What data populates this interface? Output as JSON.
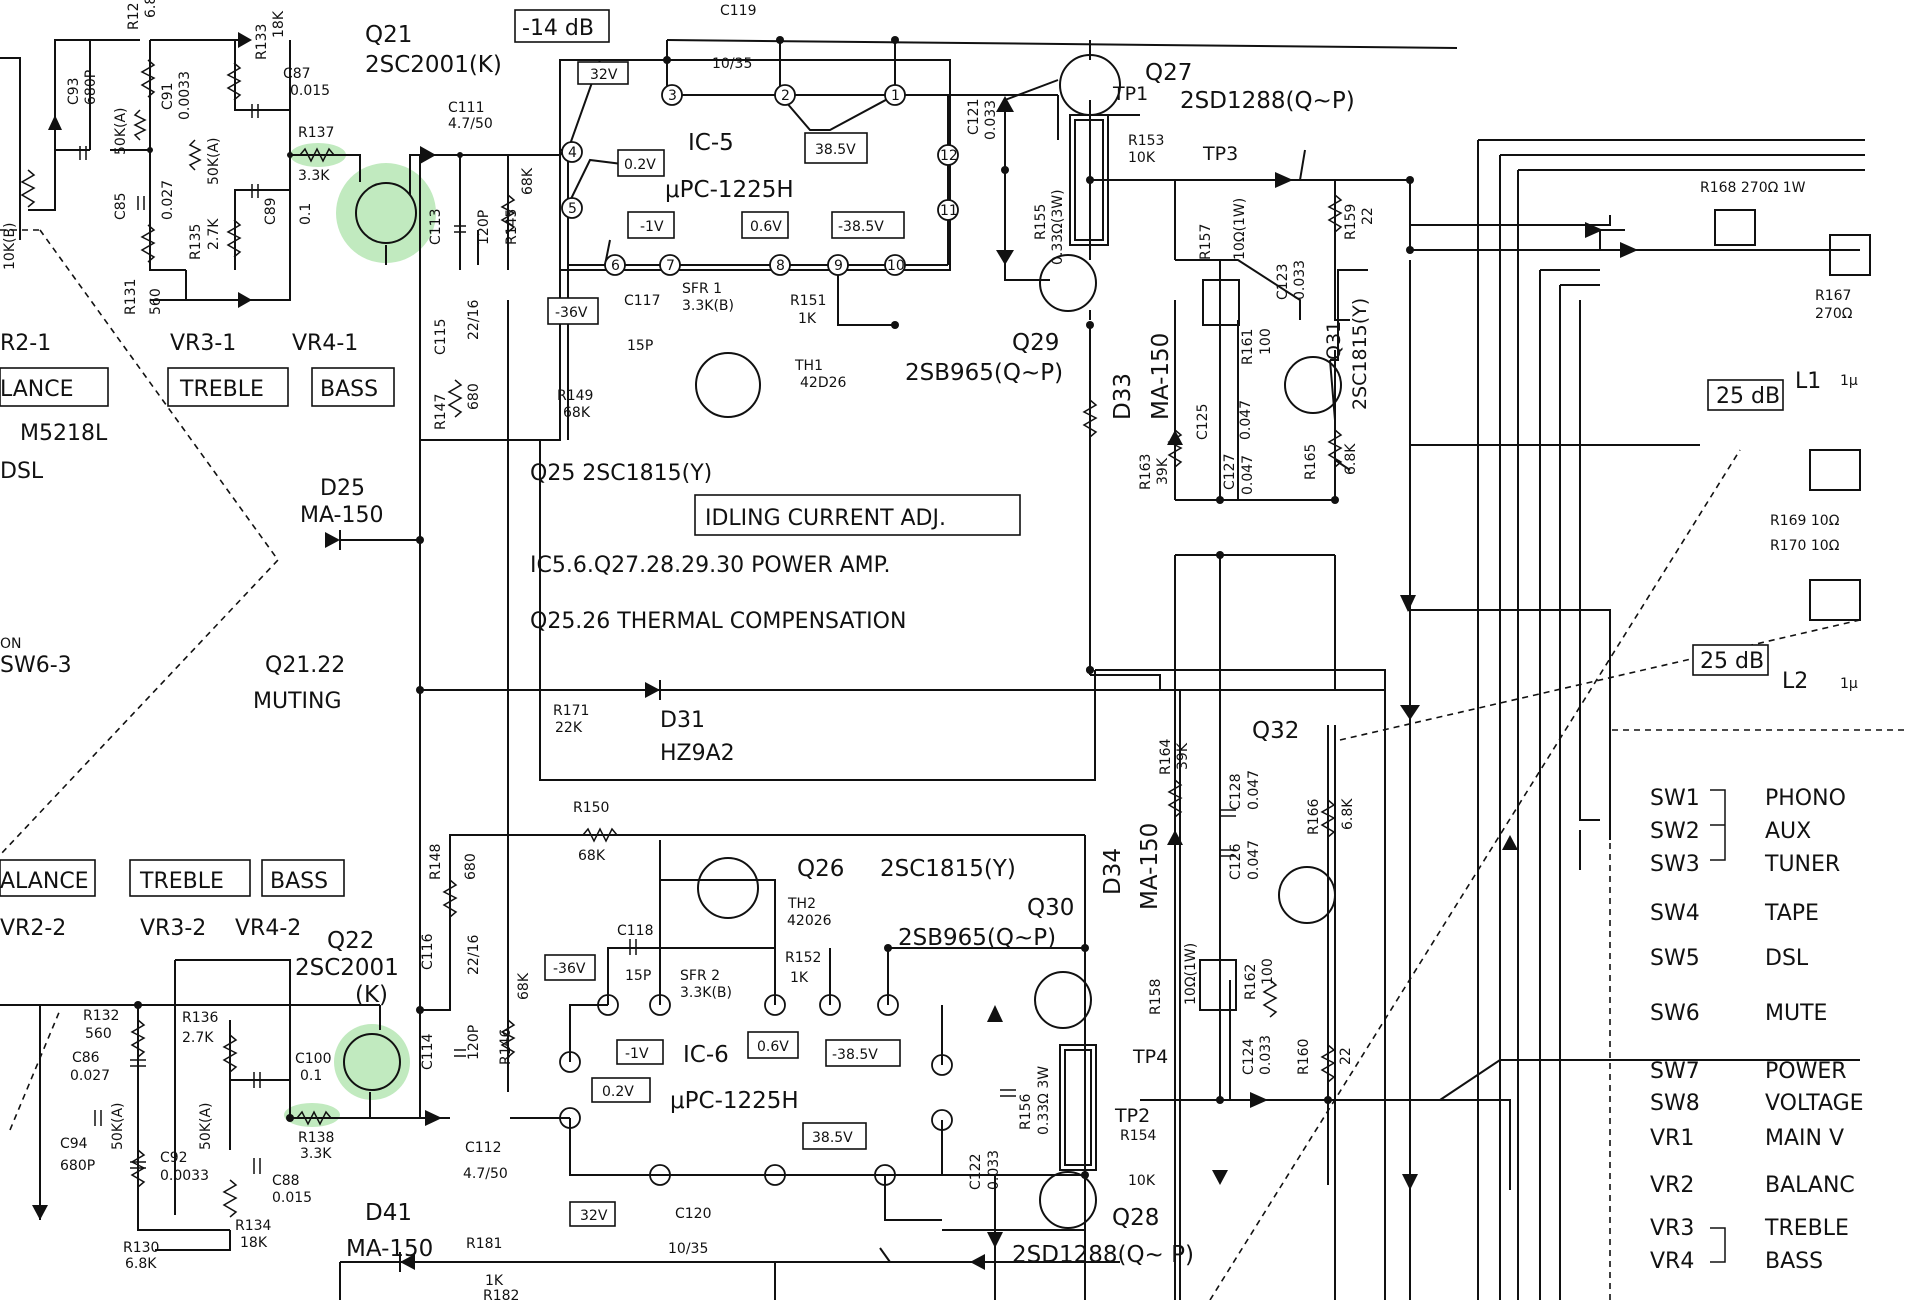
{
  "upper_channel": {
    "q21": {
      "ref": "Q21",
      "type": "2SC2001(K)"
    },
    "q27": {
      "ref": "Q27",
      "type": "2SD1288(Q∼P)"
    },
    "q29": {
      "ref": "Q29",
      "type": "2SB965(Q∼P)"
    },
    "q31": {
      "ref": "Q31",
      "type": "2SC1815(Y)"
    },
    "q25": {
      "text": "Q25 2SC1815(Y)"
    },
    "ic": {
      "ref": "IC-5",
      "type": "μPC-1225H"
    },
    "atten": "-14 dB",
    "pins": [
      "3",
      "2",
      "1",
      "4",
      "5",
      "12",
      "11",
      "6",
      "7",
      "8",
      "9",
      "10"
    ],
    "volt_32": "32V",
    "volt_385": "38.5V",
    "volt_02": "0.2V",
    "volt_m1": "-1V",
    "volt_06": "0.6V",
    "volt_m385": "-38.5V",
    "volt_m36": "-36V",
    "parts": {
      "c119": "C119",
      "c119v": "10/35",
      "c111": "C111",
      "c111v": "4.7/50",
      "r145": "R145",
      "r145v": "68K",
      "r137": "R137",
      "r137v": "3.3K",
      "c87": "C87",
      "c87v": "0.015",
      "r133": "R133",
      "r133v": "18K",
      "c91": "C91",
      "c91v": "0.0033",
      "c93": "C93",
      "c93v": "680P",
      "r135": "R135",
      "r135v": "2.7K",
      "c89": "C89",
      "c89v": "0.1",
      "r131": "R131",
      "r131v": "560",
      "c85": "C85",
      "c85v": "0.027",
      "pot50k": "50K(A)",
      "pot50k2": "50K(A)",
      "c113": "C113",
      "c113v": "120P",
      "c115": "C115",
      "c115v": "22/16",
      "r147": "R147",
      "r147v": "680",
      "r149": "R149",
      "r149v": "68K",
      "c117": "C117",
      "c117v": "15P",
      "sfr1": "SFR 1",
      "sfr1v": "3.3K(B)",
      "r151": "R151",
      "r151v": "1K",
      "th1": "TH1",
      "th1v": "42D26",
      "c121": "C121",
      "c121v": "0.033",
      "r153": "R153",
      "r153v": "10K",
      "r155": "R155",
      "r155v": "0.33Ω(3W)",
      "r157": "R157",
      "r157v": "10Ω(1W)",
      "c123": "C123",
      "c123v": "0.033",
      "r161": "R161",
      "r161v": "100",
      "c125": "C125",
      "c125v": "0.047",
      "c127": "C127",
      "c127v": "0.047",
      "r163": "R163",
      "r163v": "39K",
      "r165": "R165",
      "r165v": "6.8K",
      "r159": "R159",
      "r159v": "22",
      "tp1": "TP1",
      "tp3": "TP3",
      "r168": "R168  270Ω 1W",
      "r167": "R167",
      "r167v": "270Ω",
      "r169": "R169  10Ω",
      "r170": "R170  10Ω",
      "r12x": "R12",
      "r12v": "6.8",
      "vr_left": "10K(B)"
    },
    "d33": "D33",
    "d33t": "MA-150",
    "atten2": "25 dB",
    "l1": "L1",
    "l1v": "1μ"
  },
  "center": {
    "idling": "IDLING  CURRENT  ADJ.",
    "line1": "IC5.6.Q27.28.29.30     POWER  AMP.",
    "line2": "Q25.26     THERMAL  COMPENSATION",
    "r171": "R171",
    "r171v": "22K",
    "d31": "D31",
    "d31v": "HZ9A2",
    "d25": "D25",
    "d25v": "MA-150"
  },
  "left": {
    "vr2_1": "R2-1",
    "vr3_1": "VR3-1",
    "vr4_1": "VR4-1",
    "balance1": "LANCE",
    "treble1": "TREBLE",
    "bass1": "BASS",
    "m5218": "M5218L",
    "dsl": "DSL",
    "on": "ON",
    "sw63": "SW6-3",
    "q2122": "Q21.22",
    "muting": "MUTING",
    "balance2": "ALANCE",
    "treble2": "TREBLE",
    "bass2": "BASS",
    "vr2_2": "VR2-2",
    "vr3_2": "VR3-2",
    "vr4_2": "VR4-2"
  },
  "lower_channel": {
    "q22": {
      "ref": "Q22",
      "type": "2SC2001",
      "k": "(K)"
    },
    "q26": {
      "ref": "Q26",
      "type": "2SC1815(Y)"
    },
    "q30": {
      "ref": "Q30",
      "type": "2SB965(Q∼P)"
    },
    "q28": {
      "ref": "Q28",
      "type": "2SD1288(Q∼ P)"
    },
    "q32": {
      "ref": "Q32"
    },
    "ic": {
      "ref": "IC-6",
      "type": "μPC-1225H"
    },
    "d34": "D34",
    "d34t": "MA-150",
    "d41": "D41",
    "d41v": "MA-150",
    "volt_m36": "-36V",
    "volt_m1": "-1V",
    "volt_06": "0.6V",
    "volt_m385": "-38.5V",
    "volt_02": "0.2V",
    "volt_385": "38.5V",
    "volt_32": "32V",
    "parts": {
      "r150": "R150",
      "r150v": "68K",
      "r148": "R148",
      "r148v": "680",
      "c116": "C116",
      "c116v": "22/16",
      "c114": "C114",
      "c114v": "120P",
      "r146": "R146",
      "r146v": "68K",
      "c118": "C118",
      "c118v": "15P",
      "sfr2": "SFR 2",
      "sfr2v": "3.3K(B)",
      "r152": "R152",
      "r152v": "1K",
      "th2": "TH2",
      "th2v": "42026",
      "c112": "C112",
      "c112v": "4.7/50",
      "r132": "R132",
      "r132v": "560",
      "c86": "C86",
      "c86v": "0.027",
      "r136": "R136",
      "r136v": "2.7K",
      "c100": "C100",
      "c100v": "0.1",
      "r138": "R138",
      "r138v": "3.3K",
      "c94": "C94",
      "c94v": "680P",
      "c92": "C92",
      "c92v": "0.0033",
      "c88": "C88",
      "c88v": "0.015",
      "r134": "R134",
      "r134v": "18K",
      "r130": "R130",
      "r130v": "6.8K",
      "pot1": "50K(A)",
      "pot2": "50K(A)",
      "c120": "C120",
      "c120v": "10/35",
      "c122": "C122",
      "c122v": "0.033",
      "r156": "R156",
      "r156v": "0.33Ω 3W",
      "r154": "R154",
      "r154v": "10K",
      "tp2": "TP2",
      "tp4": "TP4",
      "r158": "R158",
      "r158v": "10Ω(1W)",
      "r162": "R162",
      "r162v": "100",
      "c124": "C124",
      "c124v": "0.033",
      "r160": "R160",
      "r160v": "22",
      "r164": "R164",
      "r164v": "39K",
      "c128": "C128",
      "c128v": "0.047",
      "c126": "C126",
      "c126v": "0.047",
      "r166": "R166",
      "r166v": "6.8K",
      "r181": "R181",
      "r181v": "1K",
      "r182": "R182"
    },
    "atten2": "25 dB",
    "l2": "L2",
    "l2v": "1μ"
  },
  "legend": [
    {
      "sw": "SW1",
      "fn": "PHONO"
    },
    {
      "sw": "SW2",
      "fn": "AUX"
    },
    {
      "sw": "SW3",
      "fn": "TUNER"
    },
    {
      "sw": "SW4",
      "fn": "TAPE"
    },
    {
      "sw": "SW5",
      "fn": "DSL"
    },
    {
      "sw": "SW6",
      "fn": "MUTE"
    },
    {
      "sw": "SW7",
      "fn": "POWER"
    },
    {
      "sw": "SW8",
      "fn": "VOLTAGE"
    },
    {
      "sw": "VR1",
      "fn": "MAIN V"
    },
    {
      "sw": "VR2",
      "fn": "BALANC"
    },
    {
      "sw": "VR3",
      "fn": "TREBLE"
    },
    {
      "sw": "VR4",
      "fn": "BASS"
    }
  ],
  "colors": {
    "highlight": "#8ed88a",
    "ink": "#111111"
  }
}
